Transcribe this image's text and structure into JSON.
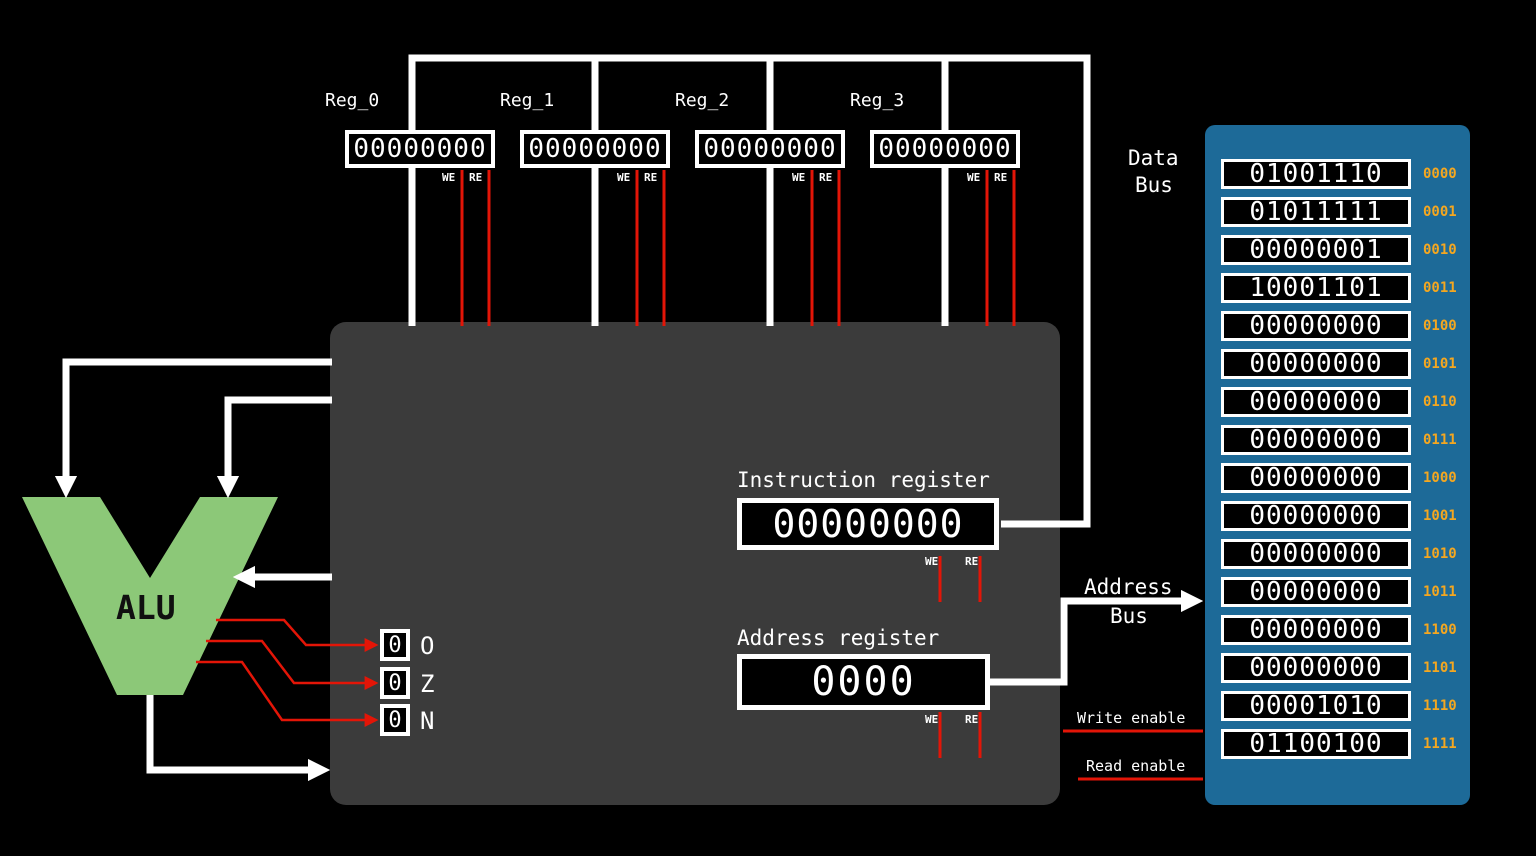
{
  "registers": {
    "items": [
      {
        "name": "Reg_0",
        "value": "00000000",
        "we": "WE",
        "re": "RE"
      },
      {
        "name": "Reg_1",
        "value": "00000000",
        "we": "WE",
        "re": "RE"
      },
      {
        "name": "Reg_2",
        "value": "00000000",
        "we": "WE",
        "re": "RE"
      },
      {
        "name": "Reg_3",
        "value": "00000000",
        "we": "WE",
        "re": "RE"
      }
    ]
  },
  "instruction_register": {
    "label": "Instruction register",
    "value": "00000000",
    "we": "WE",
    "re": "RE"
  },
  "address_register": {
    "label": "Address register",
    "value": "0000",
    "we": "WE",
    "re": "RE"
  },
  "alu": {
    "label": "ALU"
  },
  "flags": {
    "items": [
      {
        "value": "0",
        "label": "O"
      },
      {
        "value": "0",
        "label": "Z"
      },
      {
        "value": "0",
        "label": "N"
      }
    ]
  },
  "buses": {
    "data": {
      "line1": "Data",
      "line2": "Bus"
    },
    "address": {
      "line1": "Address",
      "line2": "Bus"
    }
  },
  "signals": {
    "write_enable": "Write enable",
    "read_enable": "Read enable"
  },
  "memory": {
    "rows": [
      {
        "value": "01001110",
        "address": "0000"
      },
      {
        "value": "01011111",
        "address": "0001"
      },
      {
        "value": "00000001",
        "address": "0010"
      },
      {
        "value": "10001101",
        "address": "0011"
      },
      {
        "value": "00000000",
        "address": "0100"
      },
      {
        "value": "00000000",
        "address": "0101"
      },
      {
        "value": "00000000",
        "address": "0110"
      },
      {
        "value": "00000000",
        "address": "0111"
      },
      {
        "value": "00000000",
        "address": "1000"
      },
      {
        "value": "00000000",
        "address": "1001"
      },
      {
        "value": "00000000",
        "address": "1010"
      },
      {
        "value": "00000000",
        "address": "1011"
      },
      {
        "value": "00000000",
        "address": "1100"
      },
      {
        "value": "00000000",
        "address": "1101"
      },
      {
        "value": "00001010",
        "address": "1110"
      },
      {
        "value": "01100100",
        "address": "1111"
      }
    ]
  },
  "colors": {
    "bus_white": "#ffffff",
    "signal_red": "#e31507",
    "alu_green": "#8cc878",
    "memory_blue": "#1d6a98",
    "address_orange": "#f4a720",
    "panel_gray": "#3b3b3b"
  }
}
